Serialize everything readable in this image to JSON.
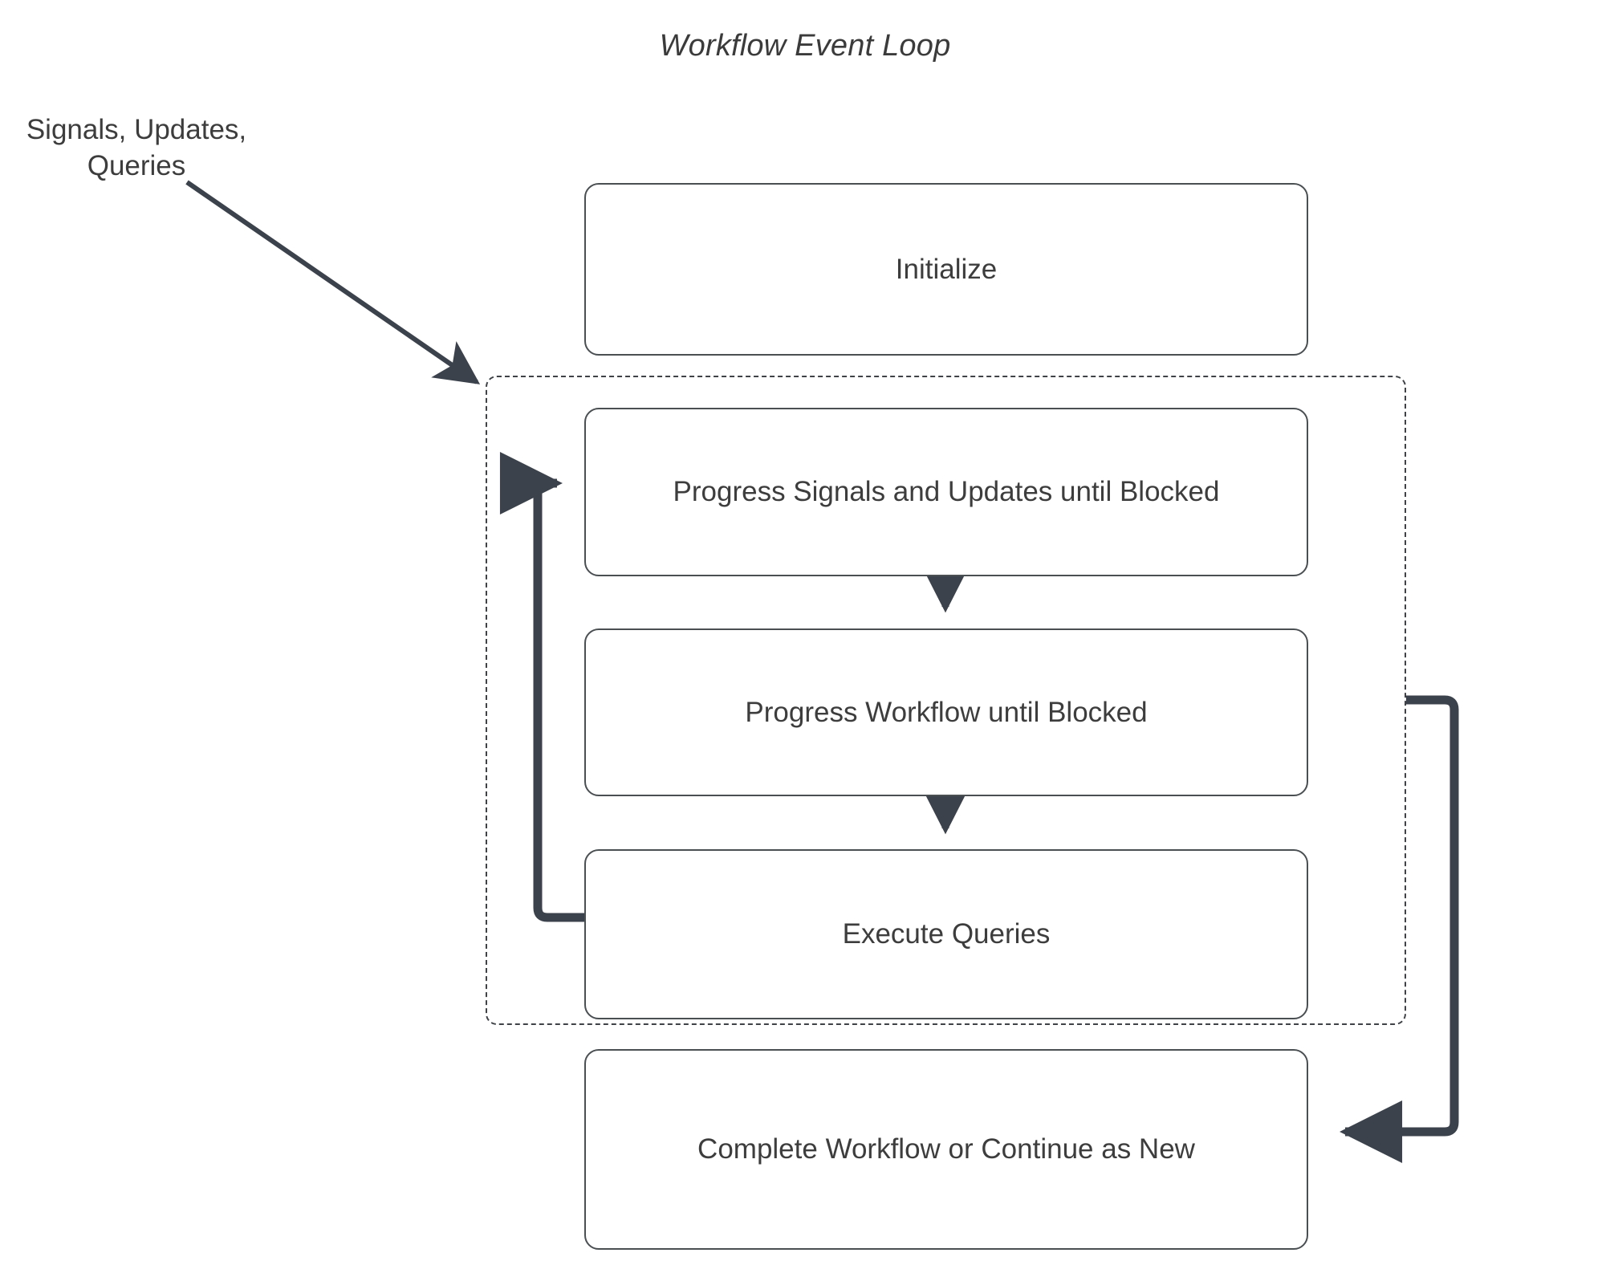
{
  "diagram": {
    "title": "Workflow Event Loop",
    "external_label": "Signals, Updates,\nQueries",
    "colors": {
      "edge": "#3c424b",
      "node_border": "#4a4f52",
      "node_fill": "#ffffff",
      "group_border": "#3f4347",
      "text": "#3d3d3d",
      "background": "#ffffff"
    },
    "nodes": [
      {
        "id": "initialize",
        "label": "Initialize"
      },
      {
        "id": "progress-signals",
        "label": "Progress Signals and Updates until Blocked"
      },
      {
        "id": "progress-workflow",
        "label": "Progress Workflow until Blocked"
      },
      {
        "id": "execute-queries",
        "label": "Execute Queries"
      },
      {
        "id": "complete-workflow",
        "label": "Complete Workflow or Continue as New"
      }
    ],
    "group": {
      "id": "event-loop-group",
      "style": "dashed",
      "label": ""
    },
    "edges": [
      {
        "id": "signals-to-loop",
        "from": "Signals, Updates, Queries",
        "to": "event-loop-group",
        "style": "diagonal-arrow"
      },
      {
        "id": "signals-to-workflow",
        "from": "progress-signals",
        "to": "progress-workflow",
        "style": "arrow-down"
      },
      {
        "id": "workflow-to-queries",
        "from": "progress-workflow",
        "to": "execute-queries",
        "style": "arrow-down"
      },
      {
        "id": "queries-to-signals",
        "from": "execute-queries",
        "to": "progress-signals",
        "style": "loop-back-left"
      },
      {
        "id": "loop-to-complete",
        "from": "event-loop-group",
        "to": "complete-workflow",
        "style": "loop-right-down"
      }
    ]
  }
}
